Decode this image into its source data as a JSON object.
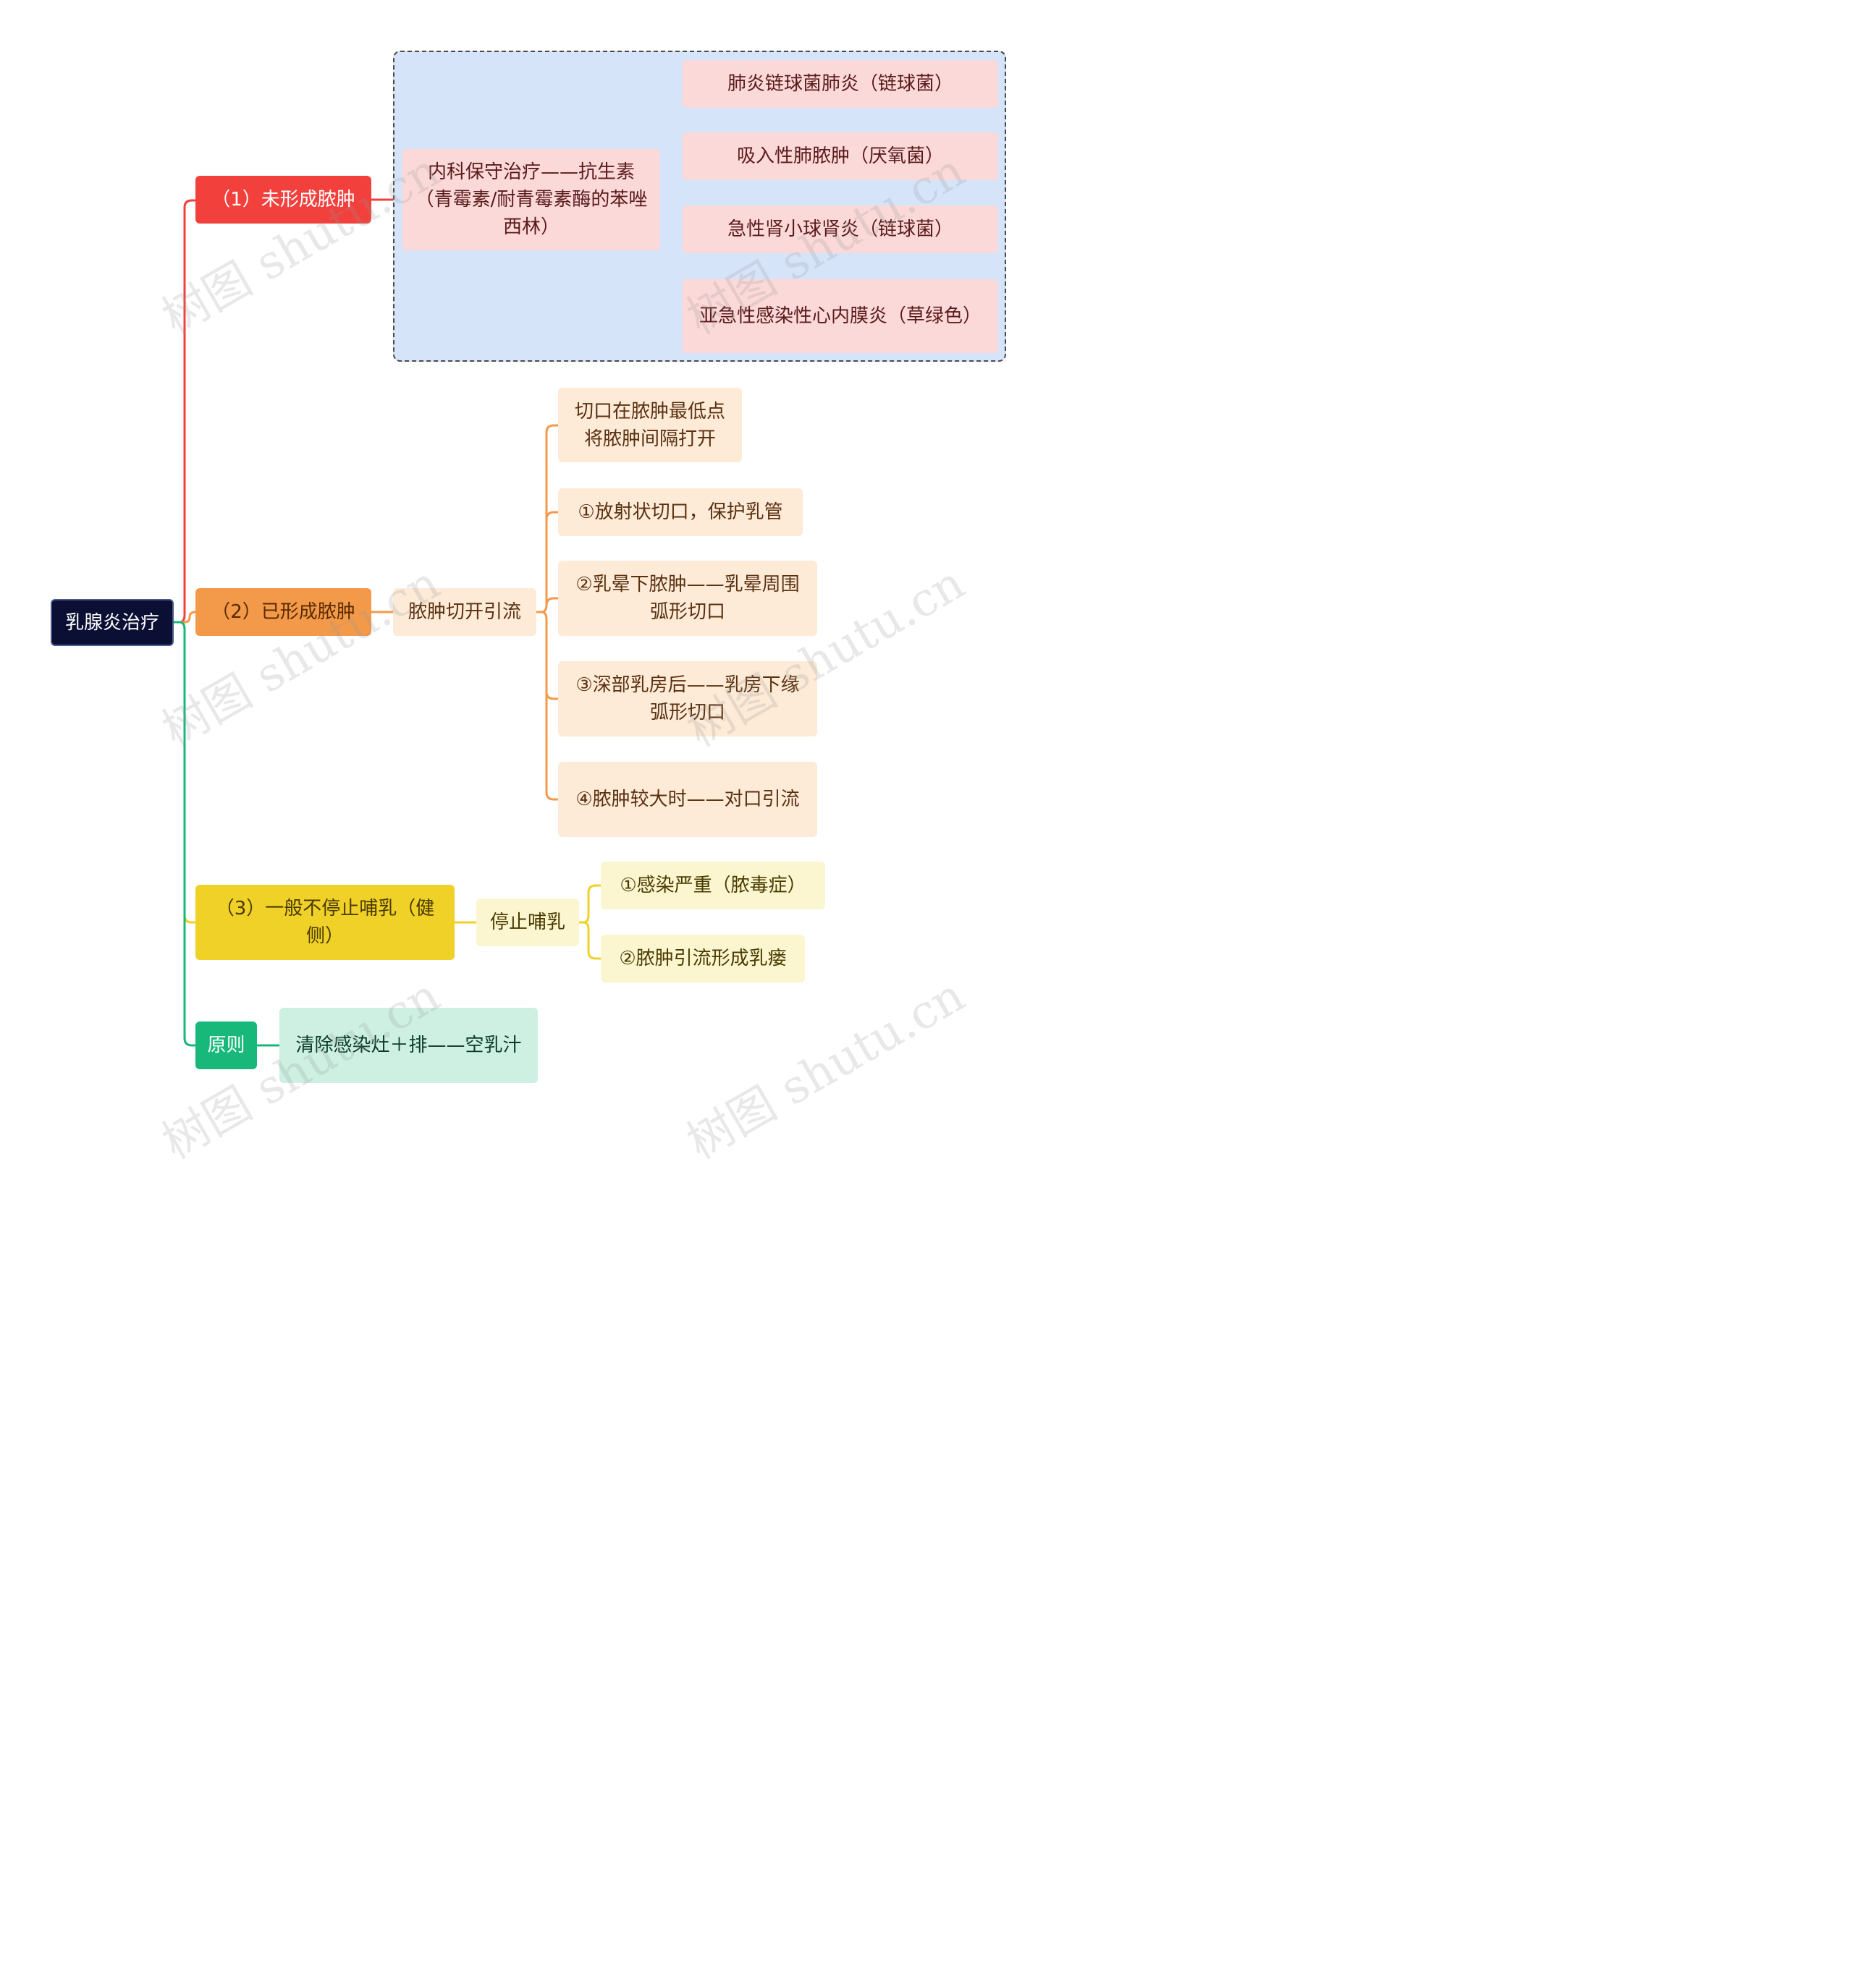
{
  "root": {
    "label": "乳腺炎治疗"
  },
  "branches": [
    {
      "label": "（1）未形成脓肿",
      "color": "#f2403c",
      "children": [
        {
          "label": "内科保守治疗——抗生素（青霉素/耐青霉素酶的苯唑西林）",
          "children": [
            {
              "label": "肺炎链球菌肺炎（链球菌）"
            },
            {
              "label": "吸入性肺脓肿（厌氧菌）"
            },
            {
              "label": "急性肾小球肾炎（链球菌）"
            },
            {
              "label": "亚急性感染性心内膜炎（草绿色）"
            }
          ]
        }
      ]
    },
    {
      "label": "（2）已形成脓肿",
      "color": "#f39a4a",
      "children": [
        {
          "label": "脓肿切开引流",
          "children": [
            {
              "label": "切口在脓肿最低点将脓肿间隔打开"
            },
            {
              "label": "①放射状切口，保护乳管"
            },
            {
              "label": "②乳晕下脓肿——乳晕周围弧形切口"
            },
            {
              "label": "③深部乳房后——乳房下缘弧形切口"
            },
            {
              "label": "④脓肿较大时——对口引流"
            }
          ]
        }
      ]
    },
    {
      "label": "（3）一般不停止哺乳（健侧）",
      "color": "#f0d128",
      "children": [
        {
          "label": "停止哺乳",
          "children": [
            {
              "label": "①感染严重（脓毒症）"
            },
            {
              "label": "②脓肿引流形成乳瘘"
            }
          ]
        }
      ]
    },
    {
      "label": "原则",
      "color": "#18b87a",
      "children": [
        {
          "label": "清除感染灶＋排——空乳汁"
        }
      ]
    }
  ],
  "watermark": "树图 shutu.cn"
}
